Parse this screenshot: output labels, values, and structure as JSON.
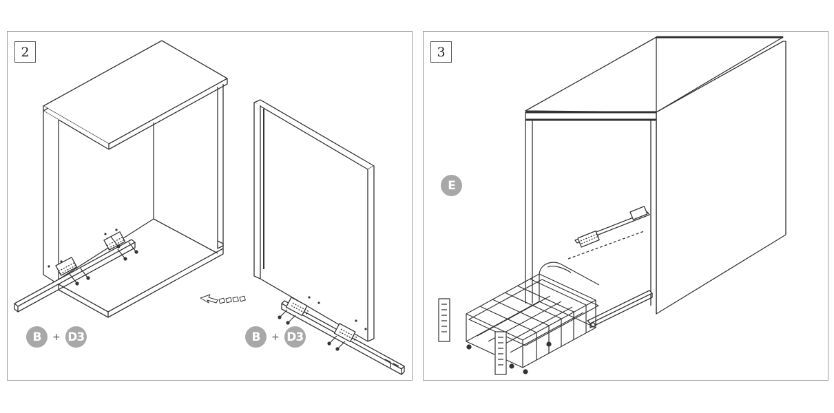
{
  "steps": [
    {
      "number": "2",
      "labels": [
        {
          "part_a": "B",
          "operator": "+",
          "part_b": "D3"
        },
        {
          "part_a": "B",
          "operator": "+",
          "part_b": "D3"
        }
      ]
    },
    {
      "number": "3",
      "labels": [
        {
          "part": "E"
        }
      ]
    }
  ],
  "colors": {
    "line": "#333333",
    "badge": "#a8a8a8",
    "frame": "#9a9a9a"
  },
  "icons": [
    "cabinet-carcass",
    "cabinet-side-panel",
    "drawer-runner",
    "screw-icon",
    "direction-arrow-icon",
    "wire-pull-out-basket"
  ]
}
